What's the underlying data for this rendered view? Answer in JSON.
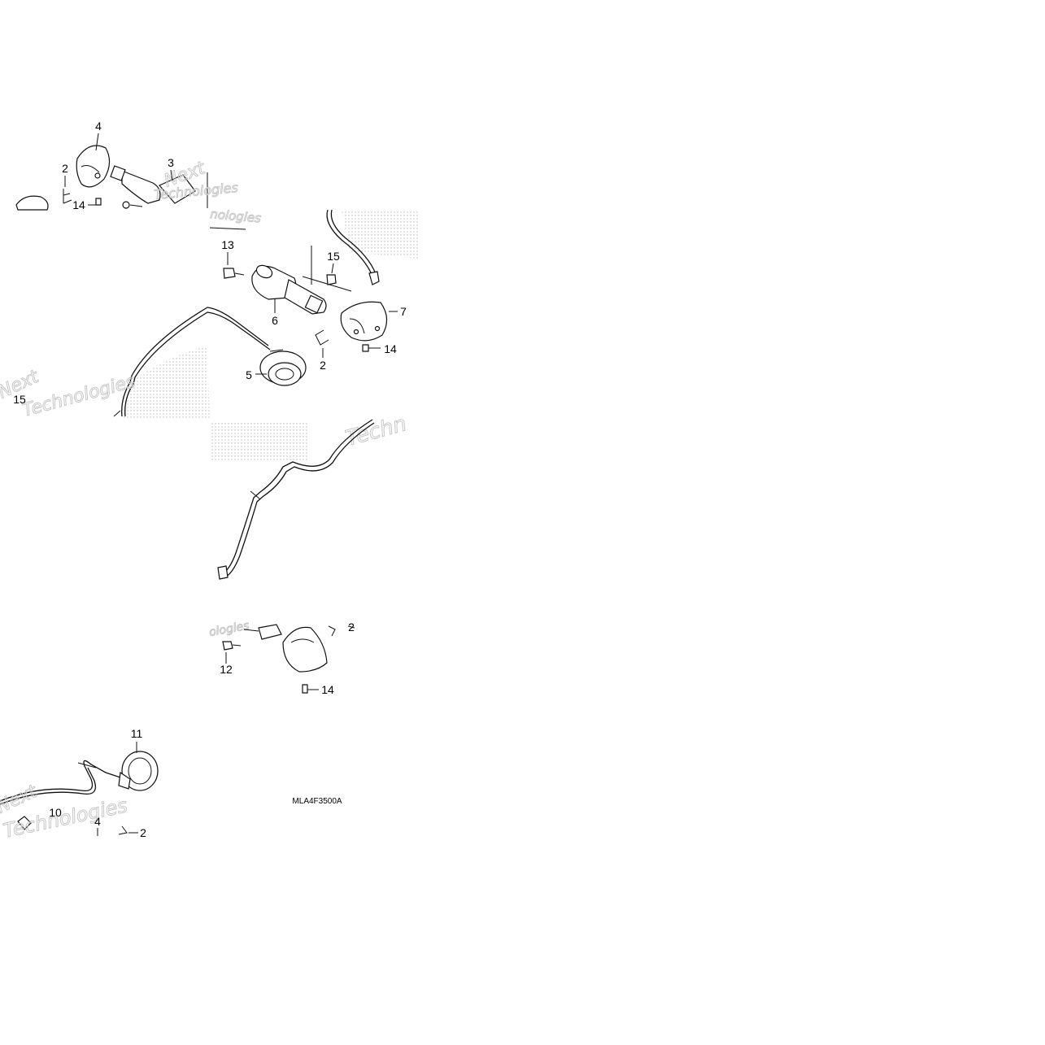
{
  "diagram": {
    "drawing_code": "MLA4F3500A",
    "callouts": [
      {
        "id": "c4-top",
        "text": "4"
      },
      {
        "id": "c3",
        "text": "3"
      },
      {
        "id": "c2-top",
        "text": "2"
      },
      {
        "id": "c14-top",
        "text": "14"
      },
      {
        "id": "c13",
        "text": "13"
      },
      {
        "id": "c15-mid",
        "text": "15"
      },
      {
        "id": "c7",
        "text": "7"
      },
      {
        "id": "c6",
        "text": "6"
      },
      {
        "id": "c14-mid",
        "text": "14"
      },
      {
        "id": "c2-mid",
        "text": "2"
      },
      {
        "id": "c5",
        "text": "5"
      },
      {
        "id": "c15-left",
        "text": "15"
      },
      {
        "id": "c12",
        "text": "12"
      },
      {
        "id": "c14-low",
        "text": "14"
      },
      {
        "id": "c2-low",
        "text": "2"
      },
      {
        "id": "c11",
        "text": "11"
      },
      {
        "id": "c10",
        "text": "10"
      },
      {
        "id": "c4-bottom",
        "text": "4"
      },
      {
        "id": "c2-bottom",
        "text": "2"
      }
    ],
    "watermark": {
      "fragments": [
        "Next",
        "Technologies",
        "nologies",
        "Techn",
        "ologies",
        "Next",
        "Technologies"
      ]
    }
  }
}
